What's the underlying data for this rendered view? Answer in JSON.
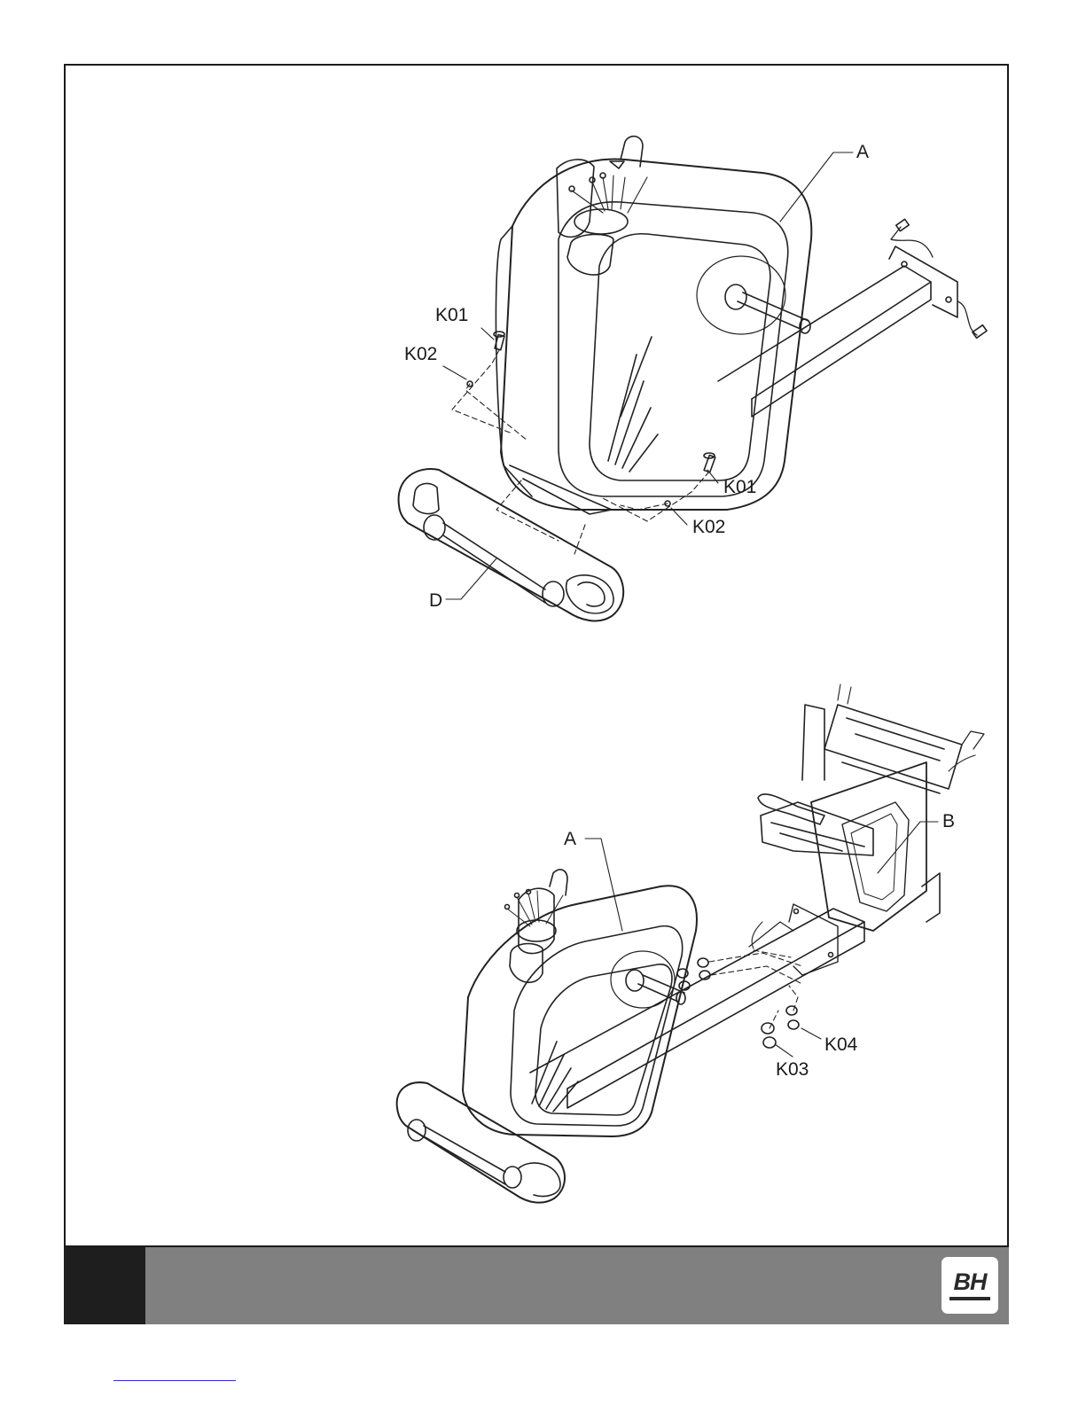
{
  "figure_top": {
    "labels": {
      "frame": "A",
      "base": "D",
      "bolt_left": "K01",
      "washer_left": "K02",
      "bolt_right": "K01",
      "washer_right": "K02"
    }
  },
  "figure_bottom": {
    "labels": {
      "frame": "A",
      "seat_frame": "B",
      "nut": "K04",
      "bolt": "K03"
    }
  },
  "footer": {
    "logo_text": "BH",
    "colors": {
      "left_block": "#1e1e1e",
      "band": "#808080",
      "logo_bg": "#ffffff"
    }
  }
}
